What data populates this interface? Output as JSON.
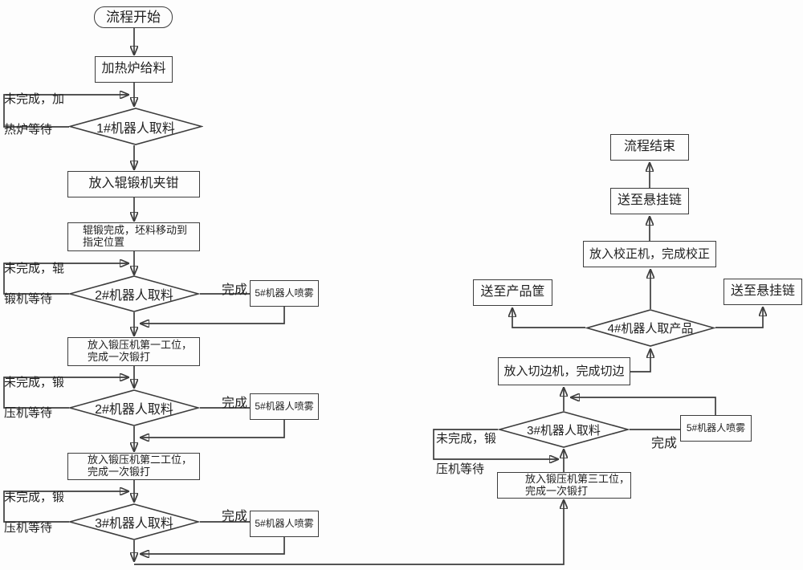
{
  "palette": {
    "background": "#fdfdfd",
    "line_color": "#3d3d3d",
    "text_color": "#1f1f1f"
  },
  "nodes": {
    "start": {
      "label": "流程开始"
    },
    "furnace_feed": {
      "label": "加热炉给料"
    },
    "robot1_pick": {
      "label": "1#机器人取料"
    },
    "clamp": {
      "label": "放入辊锻机夹钳"
    },
    "roll_done": {
      "line1": "辊锻完成，坯料移动到",
      "line2": "指定位置"
    },
    "robot2_pick_1": {
      "label": "2#机器人取料"
    },
    "spray_1": {
      "label": "5#机器人喷雾"
    },
    "press_station1": {
      "line1": "放入锻压机第一工位，",
      "line2": "完成一次锻打"
    },
    "robot2_pick_2": {
      "label": "2#机器人取料"
    },
    "spray_2": {
      "label": "5#机器人喷雾"
    },
    "press_station2": {
      "line1": "放入锻压机第二工位，",
      "line2": "完成一次锻打"
    },
    "robot3_pick_1": {
      "label": "3#机器人取料"
    },
    "spray_3": {
      "label": "5#机器人喷雾"
    },
    "press_station3": {
      "line1": "放入锻压机第三工位，",
      "line2": "完成一次锻打"
    },
    "robot3_pick_2": {
      "label": "3#机器人取料"
    },
    "spray_4": {
      "label": "5#机器人喷雾"
    },
    "trim": {
      "label": "放入切边机，完成切边"
    },
    "robot4_product": {
      "label": "4#机器人取产品"
    },
    "product_basket": {
      "label": "送至产品筐"
    },
    "chain_right": {
      "label": "送至悬挂链"
    },
    "straighten": {
      "label": "放入校正机，完成校正"
    },
    "chain_top": {
      "label": "送至悬挂链"
    },
    "end": {
      "label": "流程结束"
    }
  },
  "edge_labels": {
    "wait_furnace": {
      "line1": "未完成，加",
      "line2": "热炉等待"
    },
    "wait_roll": {
      "line1": "未完成，辊",
      "line2": "锻机等待"
    },
    "wait_press1": {
      "line1": "未完成，锻",
      "line2": "压机等待"
    },
    "wait_press2": {
      "line1": "未完成，锻",
      "line2": "压机等待"
    },
    "wait_press3": {
      "line1": "未完成，锻",
      "line2": "压机等待"
    },
    "done_roll": "完成",
    "done_press1": "完成",
    "done_press2": "完成",
    "done_press3": "完成"
  }
}
